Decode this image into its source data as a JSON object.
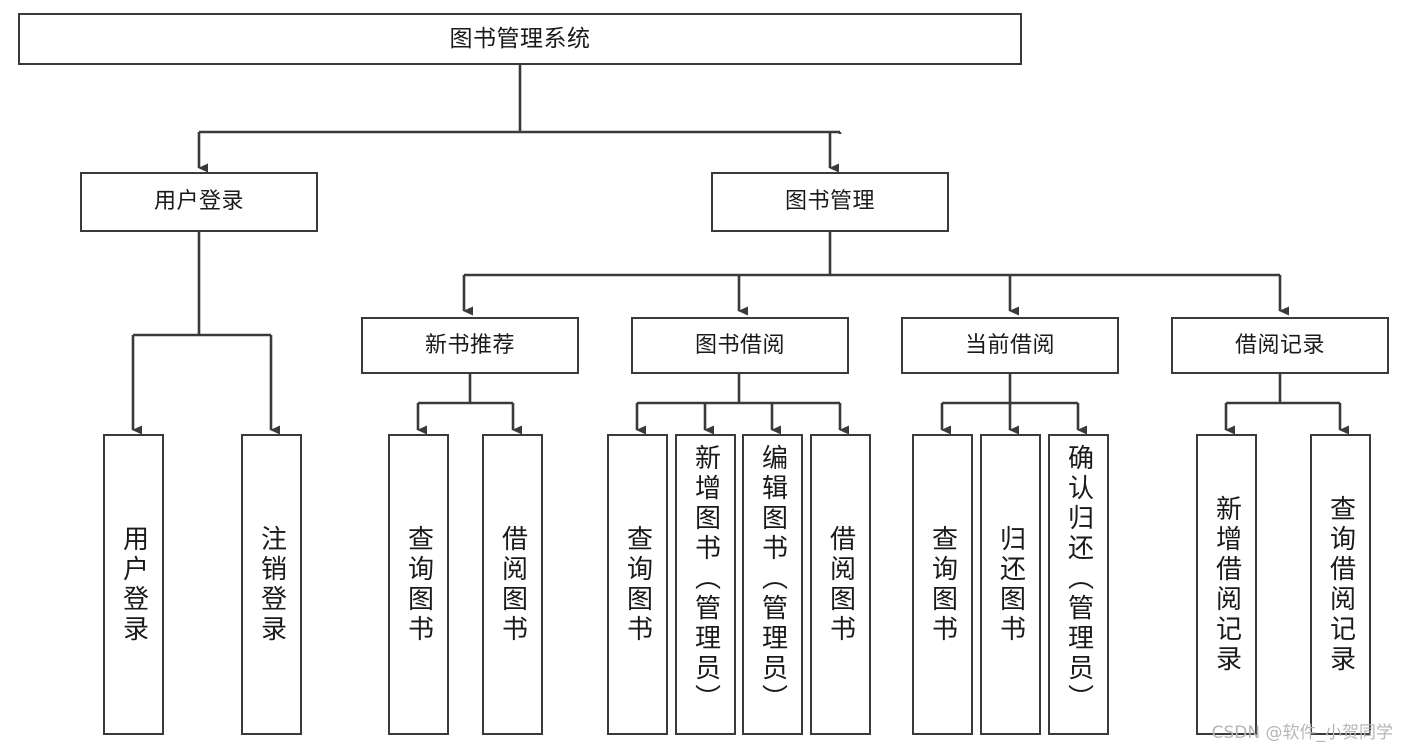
{
  "diagram": {
    "title": "图书管理系统",
    "type": "hierarchy-tree",
    "watermark": "CSDN @软件_小贺同学",
    "colors": {
      "box_border": "#3a3a3a",
      "box_fill": "#ffffff",
      "connector": "#3a3a3a",
      "text": "#1a1a1a",
      "watermark": "#b6b6b6"
    },
    "levels": {
      "root": {
        "label": "图书管理系统"
      },
      "level2": [
        {
          "id": "user-login",
          "label": "用户登录"
        },
        {
          "id": "book-manage",
          "label": "图书管理"
        }
      ],
      "level3": [
        {
          "id": "new-book-recommend",
          "label": "新书推荐",
          "parent": "book-manage"
        },
        {
          "id": "book-borrow",
          "label": "图书借阅",
          "parent": "book-manage"
        },
        {
          "id": "current-borrow",
          "label": "当前借阅",
          "parent": "book-manage"
        },
        {
          "id": "borrow-record",
          "label": "借阅记录",
          "parent": "book-manage"
        }
      ],
      "leaves": [
        {
          "id": "leaf-user-login",
          "label": "用户登录",
          "parent": "user-login"
        },
        {
          "id": "leaf-user-logout",
          "label": "注销登录",
          "parent": "user-login"
        },
        {
          "id": "leaf-query-book-1",
          "label": "查询图书",
          "parent": "new-book-recommend"
        },
        {
          "id": "leaf-borrow-book-1",
          "label": "借阅图书",
          "parent": "new-book-recommend"
        },
        {
          "id": "leaf-query-book-2",
          "label": "查询图书",
          "parent": "book-borrow"
        },
        {
          "id": "leaf-add-book",
          "label": "新增图书（管理员）",
          "parent": "book-borrow"
        },
        {
          "id": "leaf-edit-book",
          "label": "编辑图书（管理员）",
          "parent": "book-borrow"
        },
        {
          "id": "leaf-borrow-book-2",
          "label": "借阅图书",
          "parent": "book-borrow"
        },
        {
          "id": "leaf-query-book-3",
          "label": "查询图书",
          "parent": "current-borrow"
        },
        {
          "id": "leaf-return-book",
          "label": "归还图书",
          "parent": "current-borrow"
        },
        {
          "id": "leaf-confirm-return",
          "label": "确认归还（管理员）",
          "parent": "current-borrow"
        },
        {
          "id": "leaf-add-record",
          "label": "新增借阅记录",
          "parent": "borrow-record"
        },
        {
          "id": "leaf-query-record",
          "label": "查询借阅记录",
          "parent": "borrow-record"
        }
      ]
    }
  }
}
